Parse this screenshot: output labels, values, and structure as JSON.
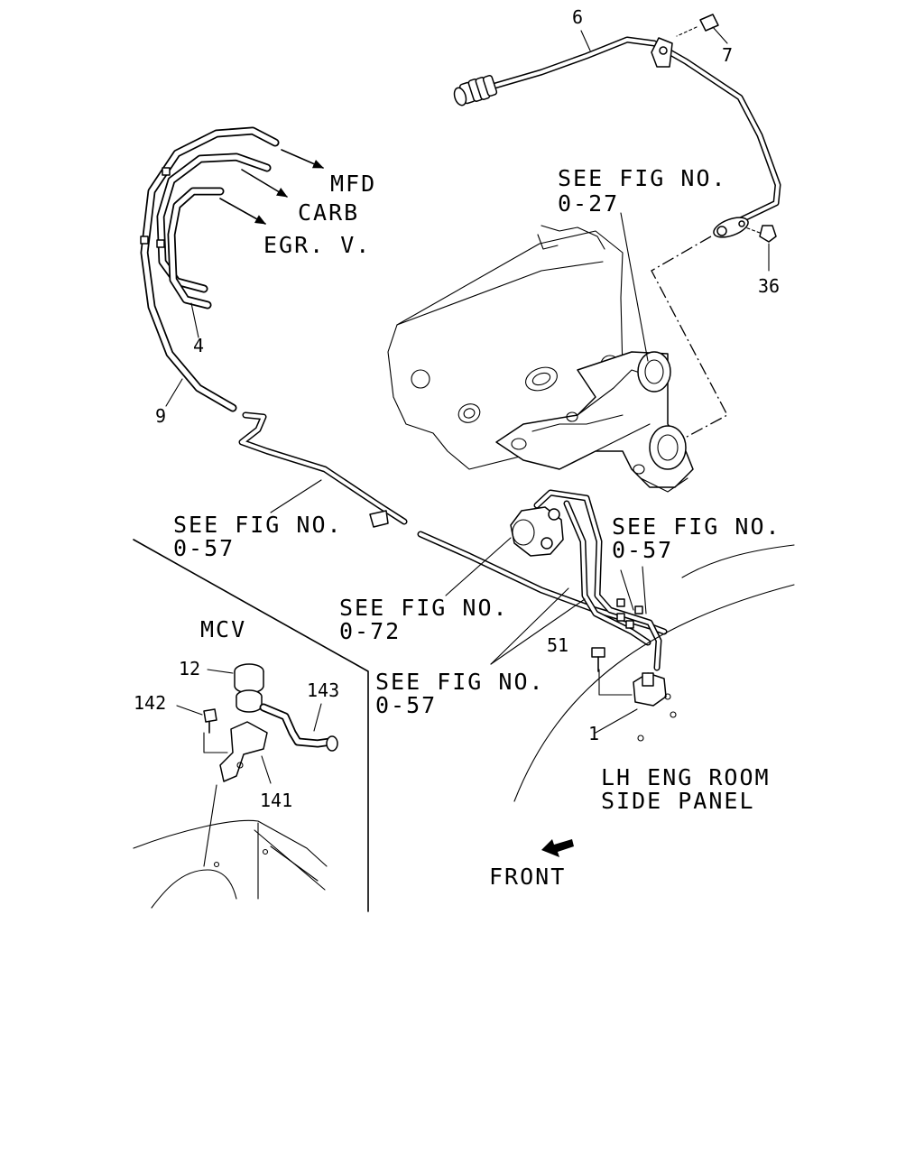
{
  "destinations": {
    "mfd": "MFD",
    "carb": "CARB",
    "egr": "EGR. V."
  },
  "references": {
    "fig_0_27": [
      "SEE FIG NO.",
      "0-27"
    ],
    "fig_0_57_left": [
      "SEE FIG NO.",
      "0-57"
    ],
    "fig_0_57_right": [
      "SEE FIG NO.",
      "0-57"
    ],
    "fig_0_72": [
      "SEE FIG NO.",
      "0-72"
    ],
    "fig_0_57_center": [
      "SEE FIG NO.",
      "0-57"
    ]
  },
  "section_labels": {
    "mcv": "MCV",
    "side_panel": [
      "LH ENG ROOM",
      "SIDE PANEL"
    ],
    "front": "FRONT"
  },
  "callouts": {
    "p6": "6",
    "p7": "7",
    "p36": "36",
    "p4": "4",
    "p9": "9",
    "p51": "51",
    "p1": "1",
    "p12": "12",
    "p142": "142",
    "p143": "143",
    "p141": "141"
  },
  "icons": {
    "front_arrow": "front-direction-arrow-icon",
    "flow_arrow": "flow-arrow-icon"
  }
}
